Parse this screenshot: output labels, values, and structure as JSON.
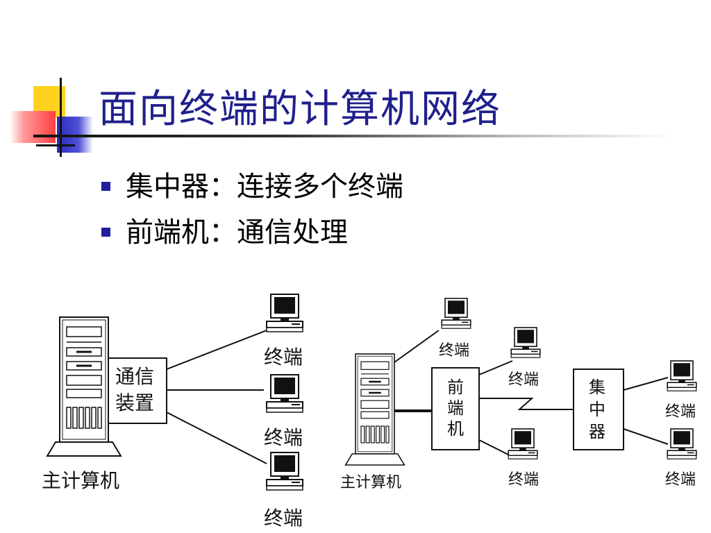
{
  "slide": {
    "title": "面向终端的计算机网络",
    "bullets": [
      "集中器：连接多个终端",
      "前端机：通信处理"
    ]
  },
  "diagram_left": {
    "host_label": "主计算机",
    "comm_device_line1": "通信",
    "comm_device_line2": "装置",
    "terminals": [
      "终端",
      "终端",
      "终端"
    ]
  },
  "diagram_right": {
    "host_label": "主计算机",
    "front_end": [
      "前",
      "端",
      "机"
    ],
    "concentrator": [
      "集",
      "中",
      "器"
    ],
    "terminals": [
      "终端",
      "终端",
      "终端",
      "终端",
      "终端"
    ]
  },
  "colors": {
    "title": "#1f1f8c",
    "bullet_marker": "#1f1f9c",
    "deco_yellow": "#ffd21f",
    "deco_red": "#ff4a4a",
    "deco_blue": "#3030c8"
  }
}
